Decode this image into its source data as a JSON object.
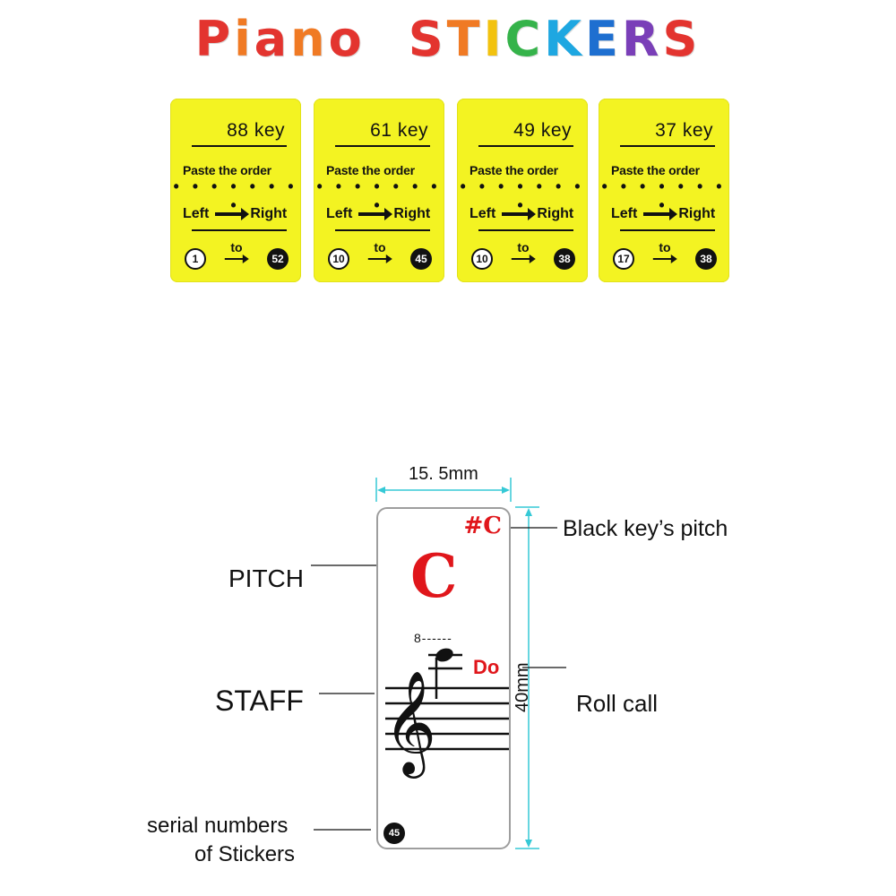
{
  "title": {
    "word1": "Piano",
    "word2": "STICKERS",
    "word1_colors": [
      "#e3342f",
      "#f07a24",
      "#e3342f",
      "#f07a24",
      "#e3342f"
    ],
    "word2_colors": [
      "#e3342f",
      "#f07a24",
      "#f2c20f",
      "#35b34a",
      "#1ea7e1",
      "#1e6fd0",
      "#7a3fb8",
      "#e3342f"
    ]
  },
  "cards": [
    {
      "key": "88 key",
      "paste": "Paste the order",
      "dots": "• • • • • • • •",
      "left": "Left",
      "right": "Right",
      "to": "to",
      "from": "1",
      "until": "52"
    },
    {
      "key": "61 key",
      "paste": "Paste the order",
      "dots": "• • • • • • • •",
      "left": "Left",
      "right": "Right",
      "to": "to",
      "from": "10",
      "until": "45"
    },
    {
      "key": "49 key",
      "paste": "Paste the order",
      "dots": "• • • • • • • •",
      "left": "Left",
      "right": "Right",
      "to": "to",
      "from": "10",
      "until": "38"
    },
    {
      "key": "37 key",
      "paste": "Paste the order",
      "dots": "• • • • • • • •",
      "left": "Left",
      "right": "Right",
      "to": "to",
      "from": "17",
      "until": "38"
    }
  ],
  "card_color": "#f3f322",
  "diagram": {
    "width_label": "15. 5mm",
    "height_label": "40mm",
    "black_key_pitch": "#C",
    "pitch_letter": "C",
    "octave_mark": "8------",
    "roll_call_text": "Do",
    "serial_number": "45",
    "labels": {
      "pitch": "PITCH",
      "staff": "STAFF",
      "black_key": "Black key’s pitch",
      "roll_call": "Roll call",
      "serial_line1": "serial numbers",
      "serial_line2": "of Stickers"
    },
    "accent_red": "#e0161b",
    "dimension_color": "#35c9d6"
  }
}
